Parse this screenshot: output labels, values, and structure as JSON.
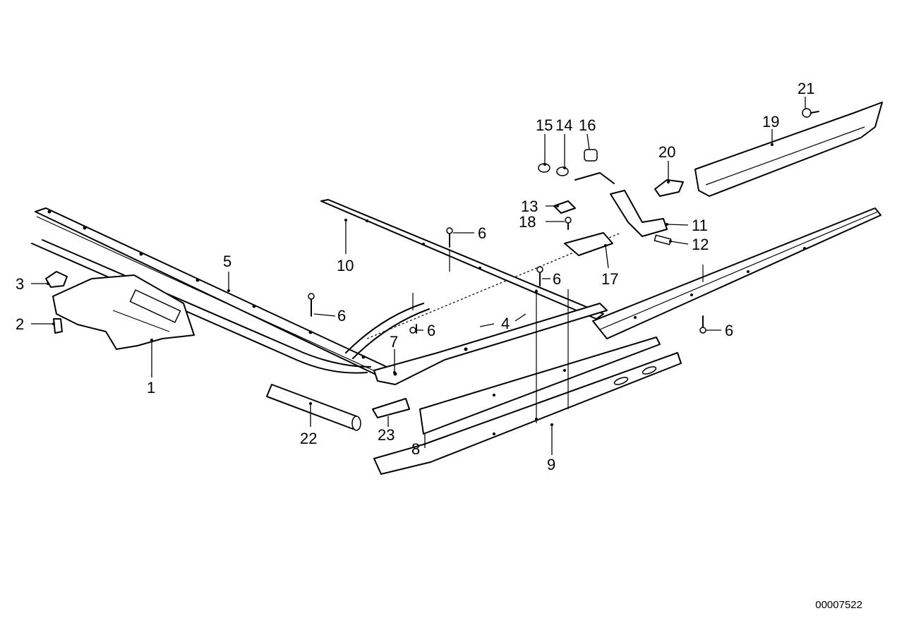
{
  "diagram": {
    "callouts": [
      "1",
      "2",
      "3",
      "4",
      "5",
      "6",
      "6",
      "6",
      "6",
      "6",
      "6",
      "7",
      "8",
      "9",
      "10",
      "11",
      "12",
      "13",
      "14",
      "15",
      "16",
      "17",
      "18",
      "19",
      "20",
      "21",
      "22",
      "23"
    ]
  },
  "footer": {
    "doc_id": "00007522"
  }
}
